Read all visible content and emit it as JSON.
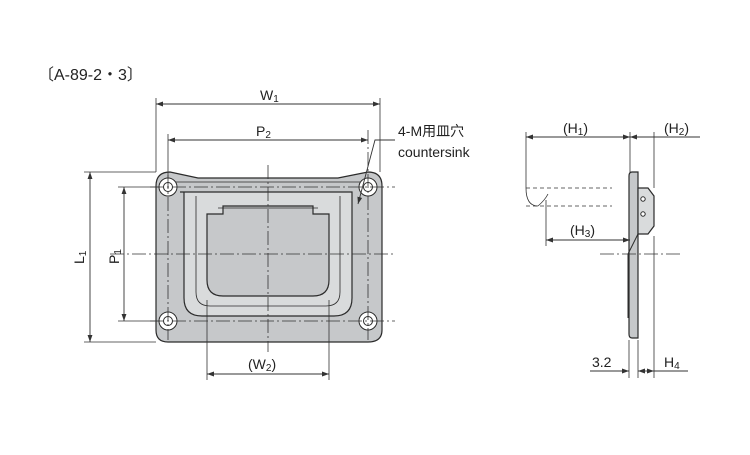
{
  "title": "〔A-89-2・3〕",
  "front_view": {
    "w1": {
      "base": "W",
      "sub": "1"
    },
    "p2": {
      "base": "P",
      "sub": "2"
    },
    "l1": {
      "base": "L",
      "sub": "1"
    },
    "p1": {
      "base": "P",
      "sub": "1"
    },
    "w2": {
      "pre": "(W",
      "sub": "2",
      "post": ")"
    }
  },
  "annotation": {
    "line1": "4-M用皿穴",
    "line2": "countersink"
  },
  "side_view": {
    "h1": {
      "pre": "(H",
      "sub": "1",
      "post": ")"
    },
    "h2": {
      "pre": "(H",
      "sub": "2",
      "post": ")"
    },
    "h3": {
      "pre": "(H",
      "sub": "3",
      "post": ")"
    },
    "thickness": "3.2",
    "h4": {
      "base": "H",
      "sub": "4"
    }
  }
}
